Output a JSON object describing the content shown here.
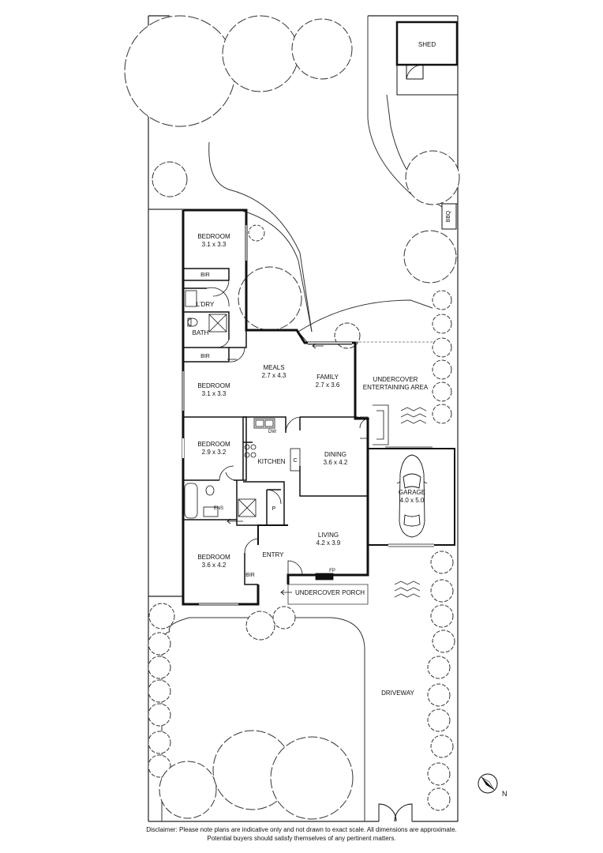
{
  "rooms": {
    "shed": {
      "name": "SHED"
    },
    "bbq": {
      "name": "BBQ"
    },
    "bedroom1": {
      "name": "BEDROOM",
      "size": "3.1 x 3.3"
    },
    "bir1": {
      "name": "BIR"
    },
    "laundry": {
      "name": "L'DRY"
    },
    "bath": {
      "name": "BATH"
    },
    "bir2": {
      "name": "BIR"
    },
    "bedroom2": {
      "name": "BEDROOM",
      "size": "3.1 x 3.3"
    },
    "meals": {
      "name": "MEALS",
      "size": "2.7 x 4.3"
    },
    "family": {
      "name": "FAMILY",
      "size": "2.7 x 3.6"
    },
    "entertaining": {
      "name1": "UNDERCOVER",
      "name2": "ENTERTAINING AREA"
    },
    "dw": {
      "name": "DW"
    },
    "bedroom3": {
      "name": "BEDROOM",
      "size": "2.9 x 3.2"
    },
    "kitchen": {
      "name": "KITCHEN"
    },
    "pantry_c": {
      "name": "C"
    },
    "dining": {
      "name": "DINING",
      "size": "3.6 x 4.2"
    },
    "garage": {
      "name": "GARAGE",
      "size": "4.0 x 5.0"
    },
    "ens": {
      "name": "ENS"
    },
    "pantry_p": {
      "name": "P"
    },
    "living": {
      "name": "LIVING",
      "size": "4.2 x 3.9"
    },
    "bedroom4": {
      "name": "BEDROOM",
      "size": "3.6 x 4.2"
    },
    "bir3": {
      "name": "BIR"
    },
    "entry": {
      "name": "ENTRY"
    },
    "fp": {
      "name": "FP"
    },
    "porch": {
      "name": "UNDERCOVER PORCH"
    },
    "driveway": {
      "name": "DRIVEWAY"
    }
  },
  "compass": {
    "label": "N",
    "icon": "north-arrow-icon"
  },
  "disclaimer": {
    "line1": "Disclaimer: Please note plans are indicative only and not drawn to exact scale. All dimensions are approximate.",
    "line2": "Potential buyers should satisfy themselves of any pertinent matters."
  }
}
